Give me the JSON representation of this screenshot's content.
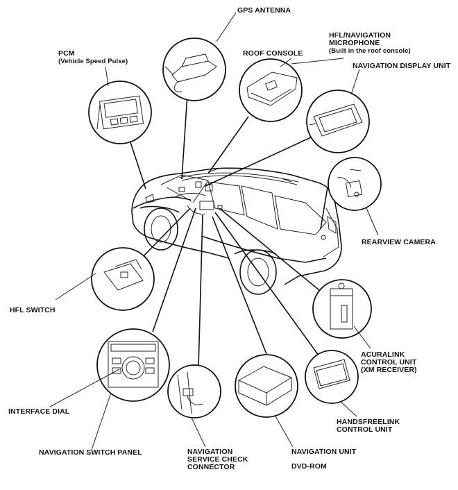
{
  "labels": {
    "gps_antenna": "GPS ANTENNA",
    "hfl_mic_line1": "HFL/NAVIGATION",
    "hfl_mic_line2": "MICROPHONE",
    "hfl_mic_line3": "(Built in the roof console)",
    "pcm_line1": "PCM",
    "pcm_line2": "(Vehicle Speed Pulse)",
    "roof_console": "ROOF CONSOLE",
    "nav_display": "NAVIGATION DISPLAY UNIT",
    "rearview_camera": "REARVIEW CAMERA",
    "hfl_switch": "HFL SWITCH",
    "acuralink_line1": "ACURALINK",
    "acuralink_line2": "CONTROL UNIT",
    "acuralink_line3": "(XM RECEIVER)",
    "interface_dial": "INTERFACE DIAL",
    "handsfreelink_line1": "HANDSFREELINK",
    "handsfreelink_line2": "CONTROL UNIT",
    "nav_switch_panel": "NAVIGATION SWITCH PANEL",
    "nav_service_line1": "NAVIGATION",
    "nav_service_line2": "SERVICE CHECK",
    "nav_service_line3": "CONNECTOR",
    "nav_unit": "NAVIGATION UNIT",
    "dvd_rom": "DVD-ROM"
  }
}
